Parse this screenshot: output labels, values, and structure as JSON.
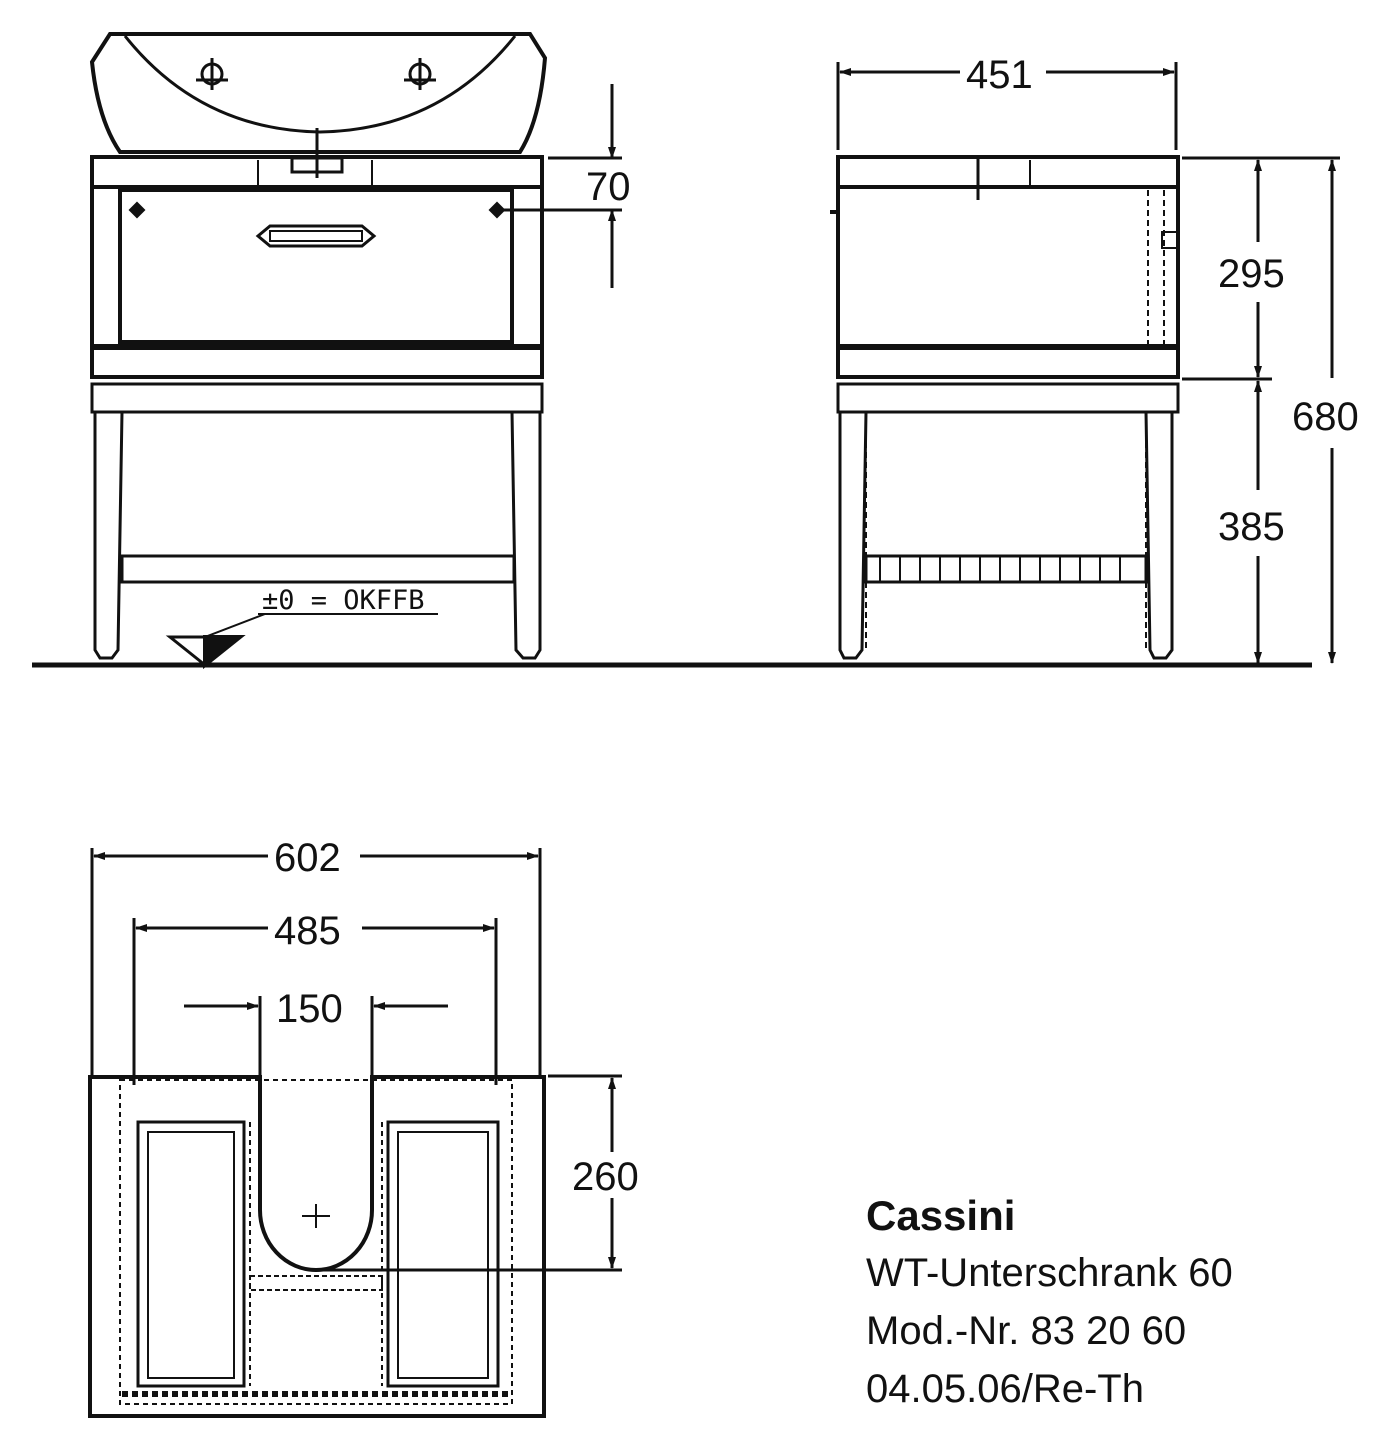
{
  "dimensions": {
    "front_drawer_height": "70",
    "side_depth": "451",
    "side_cabinet_height": "295",
    "side_total_height": "680",
    "side_leg_height": "385",
    "top_total_width": "602",
    "top_inner_width": "485",
    "top_cutout_width": "150",
    "top_cutout_depth": "260"
  },
  "floor_reference": "±0 = OKFFB",
  "title_block": {
    "name": "Cassini",
    "description": "WT-Unterschrank 60",
    "model_number": "Mod.-Nr. 83 20 60",
    "revision": "04.05.06/Re-Th"
  }
}
